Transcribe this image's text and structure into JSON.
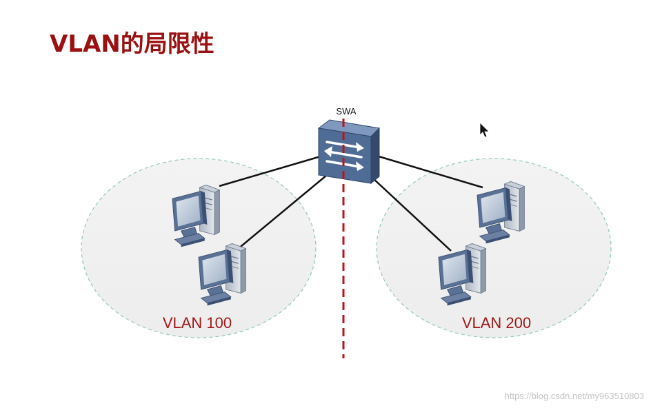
{
  "title": "VLAN的局限性",
  "switch": {
    "label": "SWA"
  },
  "vlans": [
    {
      "label": "VLAN 100"
    },
    {
      "label": "VLAN 200"
    }
  ],
  "watermark": "https://blog.csdn.net/my963510803",
  "icons": [
    "switch-icon",
    "computer-icon",
    "mouse-cursor-icon"
  ],
  "colors": {
    "title": "#9b1010",
    "vlan_label": "#a01818",
    "divider": "#c0121c",
    "switch_body": "#4e6c96",
    "zone_fill": "#efefef",
    "zone_border": "#8fcab6"
  }
}
